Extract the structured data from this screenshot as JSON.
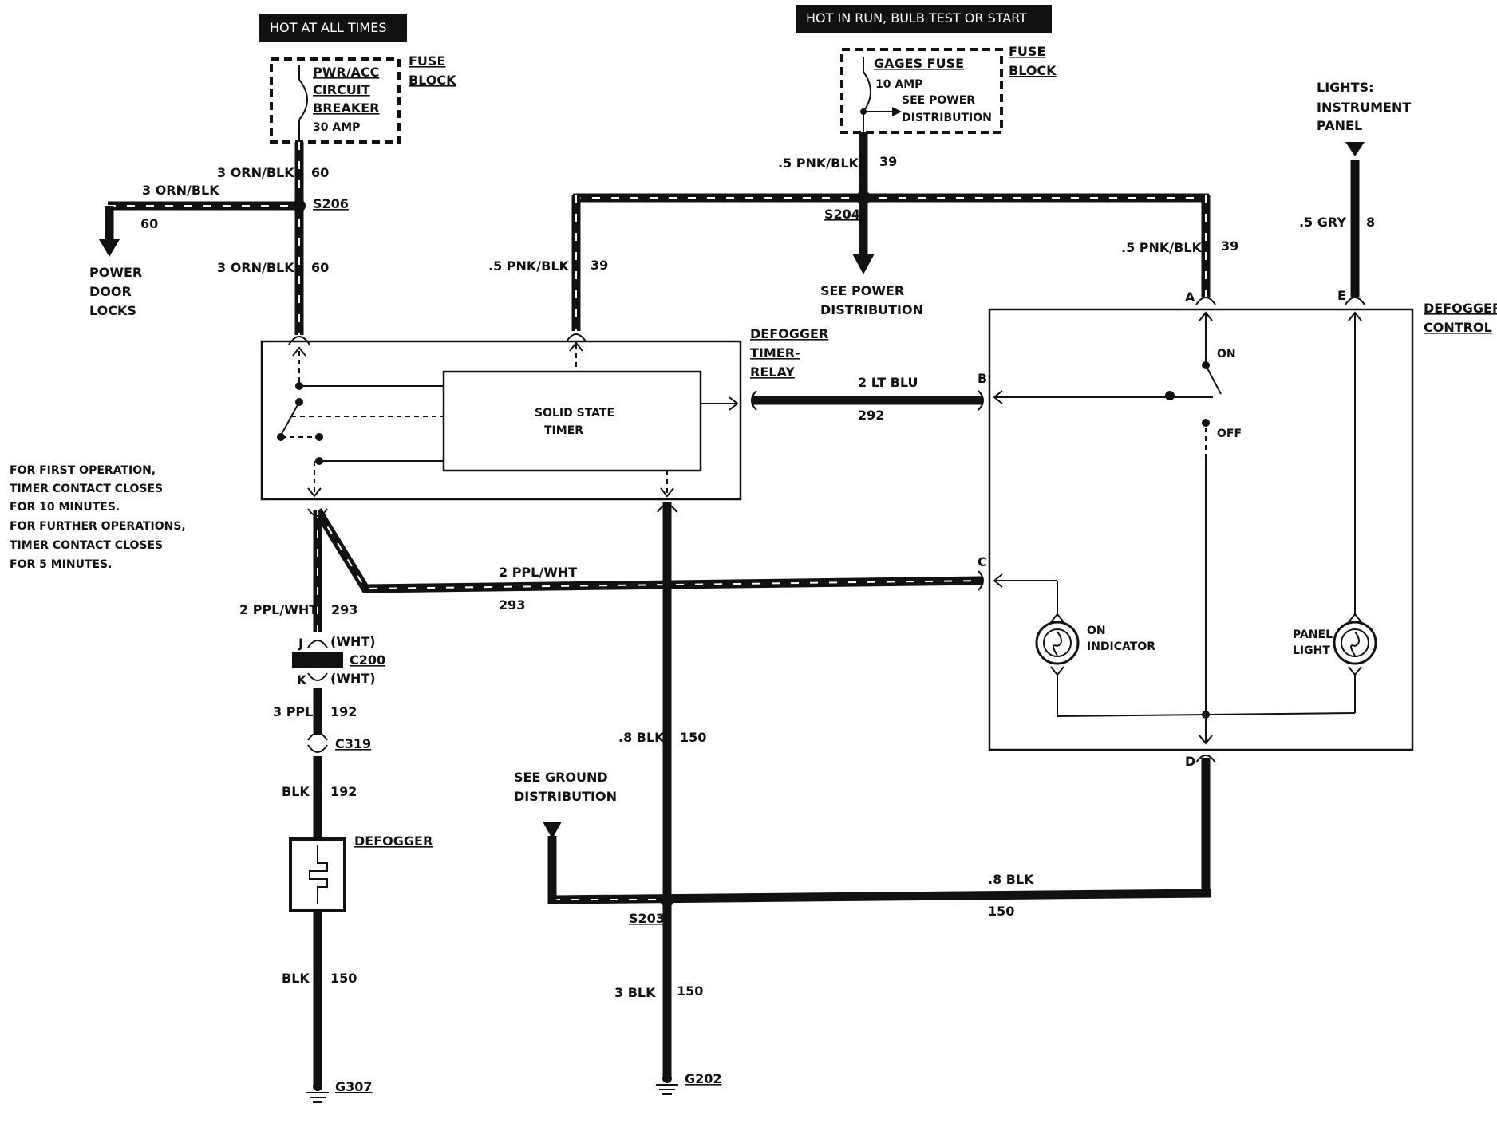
{
  "headers": {
    "hot_at_all_times": "HOT AT ALL TIMES",
    "hot_in_run": "HOT IN RUN, BULB TEST OR START"
  },
  "fuse_left": {
    "line1": "PWR/ACC",
    "line2": "CIRCUIT",
    "line3": "BREAKER",
    "rating": "30 AMP",
    "block_label_1": "FUSE",
    "block_label_2": "BLOCK"
  },
  "fuse_right": {
    "name": "GAGES FUSE",
    "rating": "10 AMP",
    "see1": "SEE POWER",
    "see2": "DISTRIBUTION",
    "block_label_1": "FUSE",
    "block_label_2": "BLOCK"
  },
  "lights_label": [
    "LIGHTS:",
    "INSTRUMENT",
    "PANEL"
  ],
  "wires": {
    "w60_top_a": "3 ORN/BLK",
    "w60_top_b": "60",
    "w60_branch_a": "3 ORN/BLK",
    "w60_branch_b": "60",
    "w60_low_a": "3 ORN/BLK",
    "w60_low_b": "60",
    "w39_top_a": ".5 PNK/BLK",
    "w39_top_b": "39",
    "w39_left_a": ".5 PNK/BLK",
    "w39_left_b": "39",
    "w39_right_a": ".5 PNK/BLK",
    "w39_right_b": "39",
    "w8_a": ".5 GRY",
    "w8_b": "8",
    "w292_a": "2 LT BLU",
    "w292_b": "292",
    "w293_mid_a": "2 PPL/WHT",
    "w293_mid_b": "293",
    "w293_left_a": "2 PPL/WHT",
    "w293_left_b": "293",
    "w192_a": "3 PPL",
    "w192_b": "192",
    "w192b_a": "BLK",
    "w192b_b": "192",
    "w150_def_a": "BLK",
    "w150_def_b": "150",
    "w150_mid_a": ".8 BLK",
    "w150_mid_b": "150",
    "w150_bot_a": ".8 BLK",
    "w150_bot_b": "150",
    "w150_s203_a": "3 BLK",
    "w150_s203_b": "150"
  },
  "splices": {
    "s206": "S206",
    "s204": "S204",
    "s203": "S203"
  },
  "connectors": {
    "c200": "C200",
    "c200_j": "J",
    "c200_k": "K",
    "c200_wht_top": "(WHT)",
    "c200_wht_bot": "(WHT)",
    "c319": "C319"
  },
  "grounds": {
    "g307": "G307",
    "g202": "G202"
  },
  "power_door_locks": [
    "POWER",
    "DOOR",
    "LOCKS"
  ],
  "see_power_dist": [
    "SEE POWER",
    "DISTRIBUTION"
  ],
  "see_ground_dist": [
    "SEE GROUND",
    "DISTRIBUTION"
  ],
  "timer_relay": {
    "label": [
      "DEFOGGER",
      "TIMER-",
      "RELAY"
    ],
    "timer_line1": "SOLID STATE",
    "timer_line2": "TIMER"
  },
  "control": {
    "label": [
      "DEFOGGER",
      "CONTROL"
    ],
    "pin_a": "A",
    "pin_b": "B",
    "pin_c": "C",
    "pin_d": "D",
    "pin_e": "E",
    "on": "ON",
    "off": "OFF",
    "on_indicator": [
      "ON",
      "INDICATOR"
    ],
    "panel_light": [
      "PANEL",
      "LIGHT"
    ]
  },
  "defogger_label": "DEFOGGER",
  "note": [
    "FOR FIRST OPERATION,",
    "TIMER CONTACT CLOSES",
    "FOR 10 MINUTES.",
    "FOR FURTHER OPERATIONS,",
    "TIMER CONTACT CLOSES",
    "FOR 5 MINUTES."
  ]
}
